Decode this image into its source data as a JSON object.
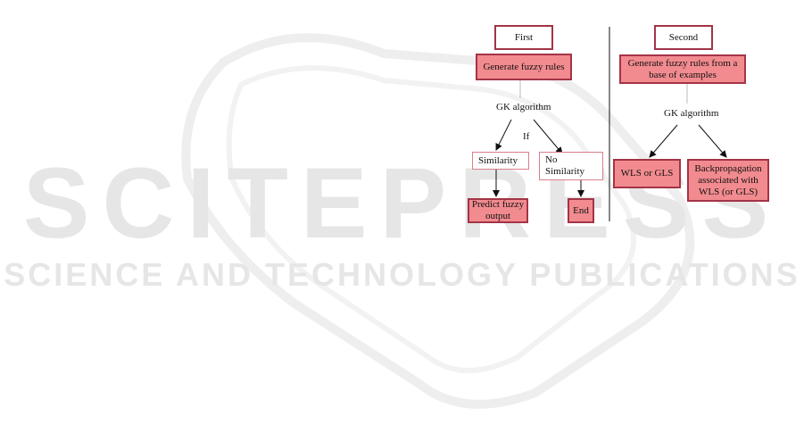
{
  "watermark": {
    "title": "SCITEPRESS",
    "subtitle": "SCIENCE AND TECHNOLOGY PUBLICATIONS"
  },
  "colors": {
    "box_border": "#a33447",
    "box_fill": "#f28b8f",
    "thin_border": "#d9808a",
    "watermark": "#e6e6e6"
  },
  "first": {
    "header": "First",
    "generate": "Generate fuzzy rules",
    "gk": "GK algorithm",
    "if": "If",
    "similarity": "Similarity",
    "no_similarity_line1": "No",
    "no_similarity_line2": "Similarity",
    "predict_line1": "Predict fuzzy",
    "predict_line2": "output",
    "end": "End"
  },
  "second": {
    "header": "Second",
    "generate_line1": "Generate fuzzy rules from a",
    "generate_line2": "base of examples",
    "gk": "GK algorithm",
    "wls": "WLS or GLS",
    "backprop_line1": "Backpropagation",
    "backprop_line2": "associated with",
    "backprop_line3": "WLS (or GLS)"
  }
}
